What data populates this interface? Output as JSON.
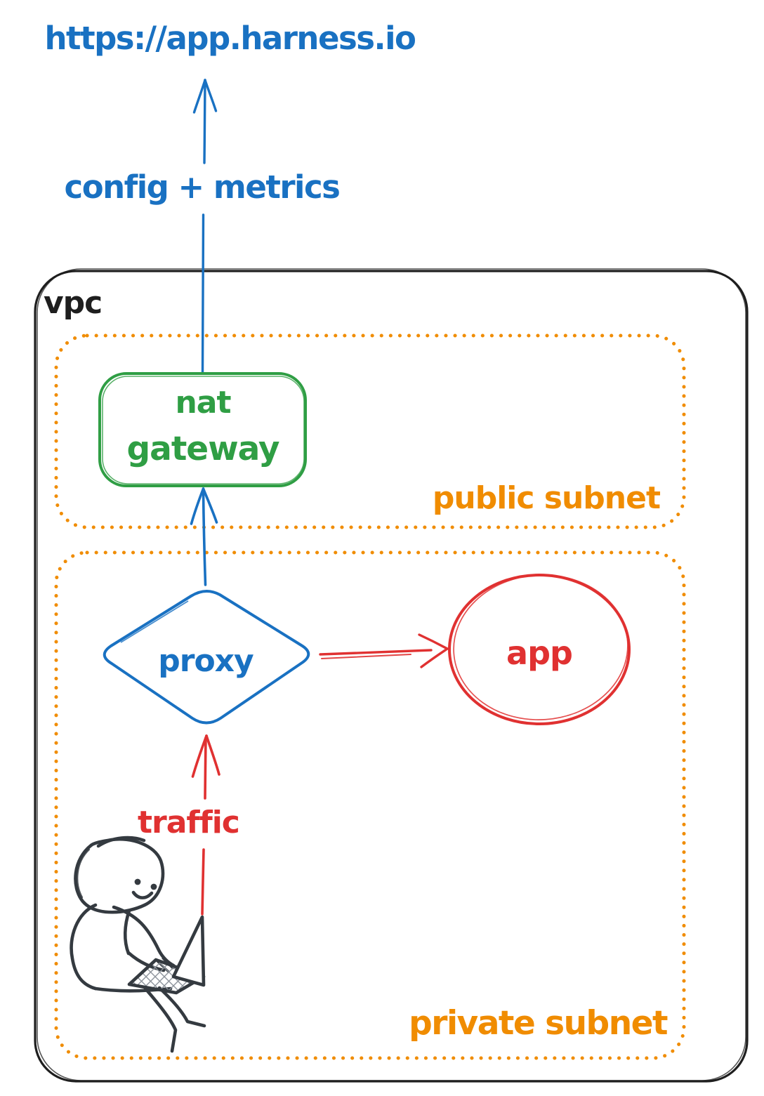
{
  "title": "https://app.harness.io",
  "edges": {
    "config_metrics_label": "config + metrics",
    "traffic_label": "traffic"
  },
  "vpc": {
    "label": "vpc",
    "public_subnet": {
      "label": "public subnet",
      "nat_gateway": {
        "line1": "nat",
        "line2": "gateway"
      }
    },
    "private_subnet": {
      "label": "private subnet",
      "proxy_label": "proxy",
      "app_label": "app"
    }
  },
  "icons": {
    "user_figure": "person-at-laptop-icon",
    "laptop": "laptop-icon"
  },
  "colors": {
    "blue": "#1971c2",
    "green": "#2f9e44",
    "orange": "#f08c00",
    "red": "#e03131",
    "ink": "#1e1e1e",
    "figure_ink": "#343a40",
    "background": "#ffffff"
  }
}
